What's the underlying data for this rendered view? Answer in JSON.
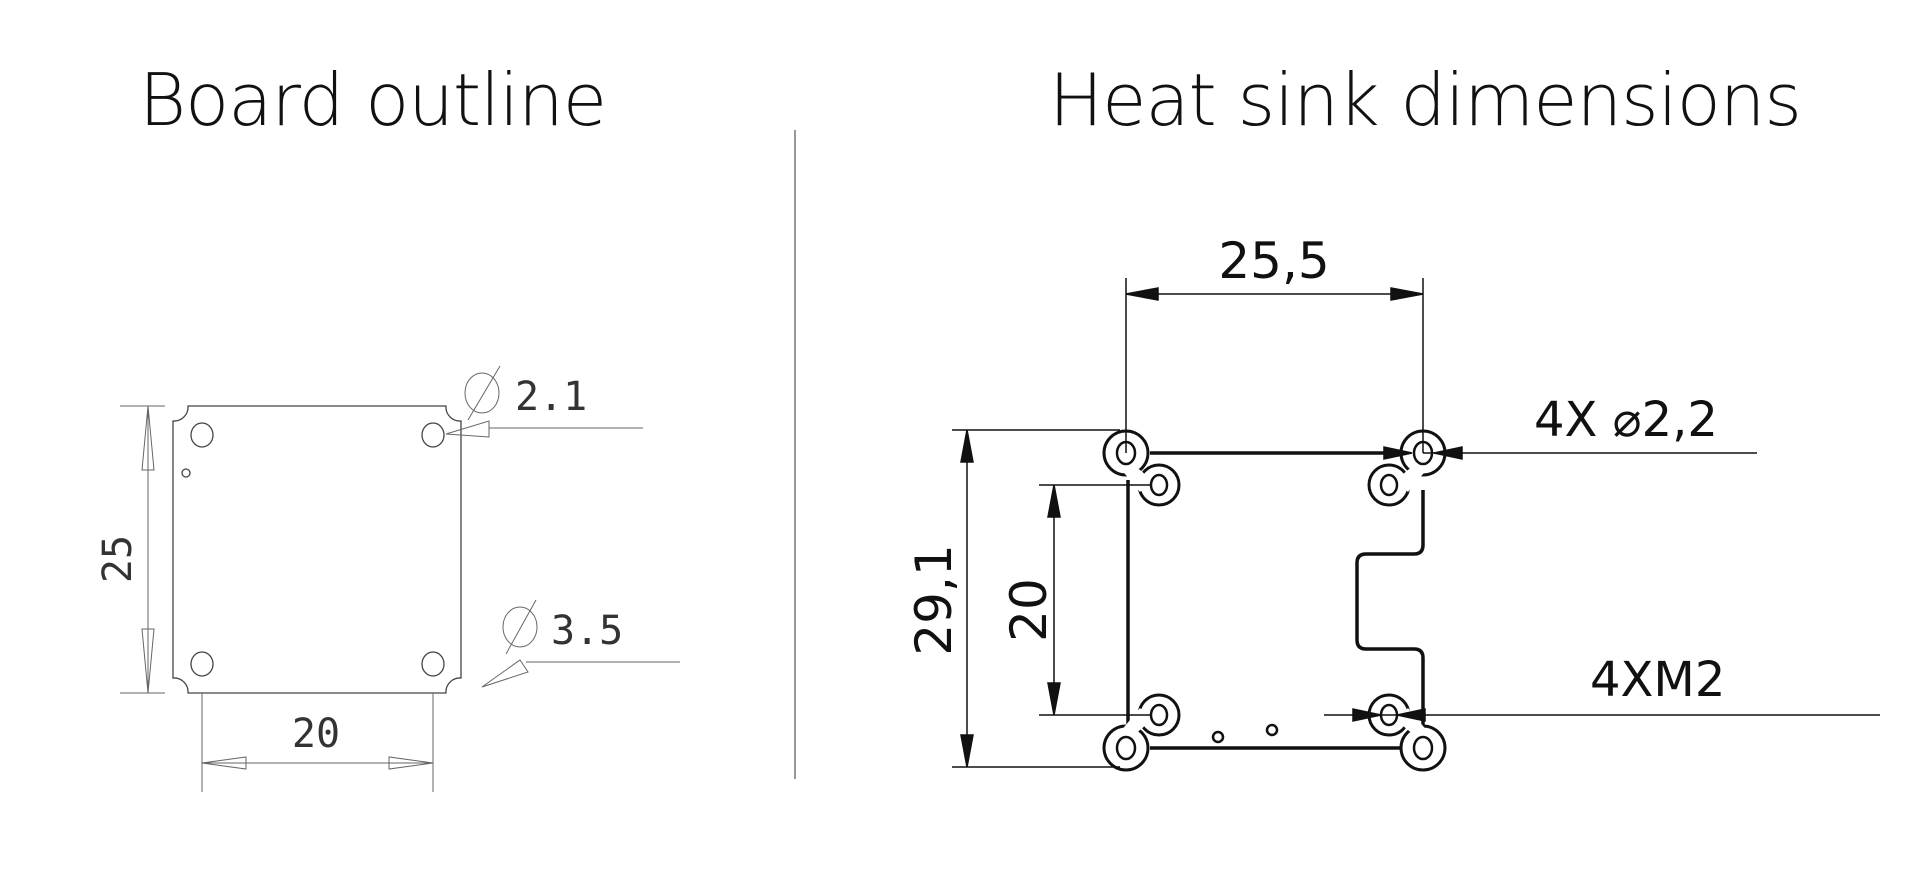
{
  "board_outline": {
    "title": "Board outline",
    "dim_height": "25",
    "dim_hole_spacing": "20",
    "hole_diameter": "2.1",
    "corner_diameter": "3.5"
  },
  "heat_sink": {
    "title": "Heat sink dimensions",
    "dim_width": "25,5",
    "dim_height": "29,1",
    "dim_thread_spacing": "20",
    "hole_callout": "4X ⌀2,2",
    "thread_callout": "4XM2"
  },
  "colors": {
    "line": "#222222",
    "thin_line": "#555555",
    "background": "#ffffff"
  }
}
